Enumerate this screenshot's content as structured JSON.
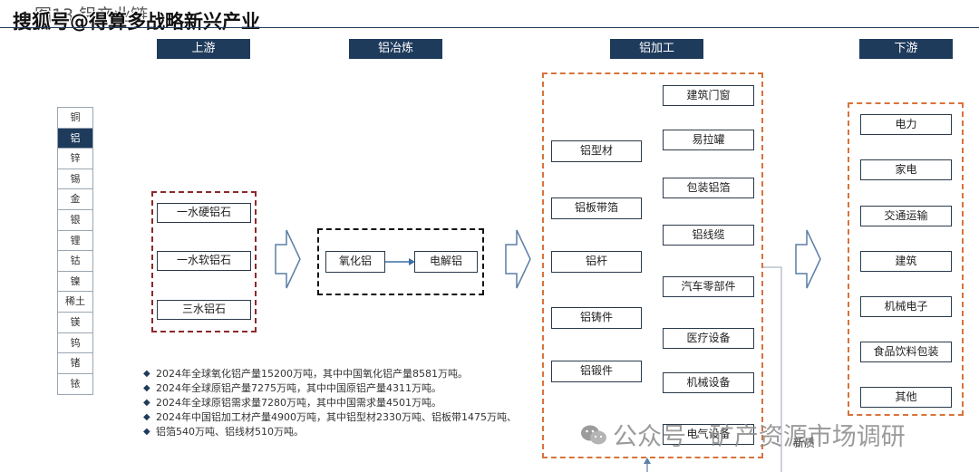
{
  "watermark_top": "搜狐号@得算多战略新兴产业",
  "figure_title": "图13  铝产业链",
  "headers": [
    "上游",
    "铝冶炼",
    "铝加工",
    "下游"
  ],
  "metals": [
    "铜",
    "铝",
    "锌",
    "锡",
    "金",
    "银",
    "锂",
    "钴",
    "镍",
    "稀土",
    "镁",
    "钨",
    "锗",
    "铱"
  ],
  "active_metal": "铝",
  "upstream": [
    "一水硬铝石",
    "一水软铝石",
    "三水铝石"
  ],
  "smelting": [
    "氧化铝",
    "电解铝"
  ],
  "processing_left": [
    "铝型材",
    "铝板带箔",
    "铝杆",
    "铝铸件",
    "铝锻件"
  ],
  "processing_right": [
    "建筑门窗",
    "易拉罐",
    "包装铝箔",
    "铝线缆",
    "汽车零部件",
    "医疗设备",
    "机械设备",
    "电气设备"
  ],
  "downstream": [
    "电力",
    "家电",
    "交通运输",
    "建筑",
    "机械电子",
    "食品饮料包装",
    "其他"
  ],
  "stats": [
    "2024年全球氧化铝产量15200万吨，其中中国氧化铝产量8581万吨。",
    "2024年全球原铝产量7275万吨，其中中国原铝产量4311万吨。",
    "2024年全球原铝需求量7280万吨，其中中国需求量4501万吨。",
    "2024年中国铝加工材产量4900万吨，其中铝型材2330万吨、铝板带1475万吨、",
    "铝箔540万吨、铝线材510万吨。"
  ],
  "watermark_bottom": "公众号 · 矿产资源市场调研",
  "new_label": "新质"
}
